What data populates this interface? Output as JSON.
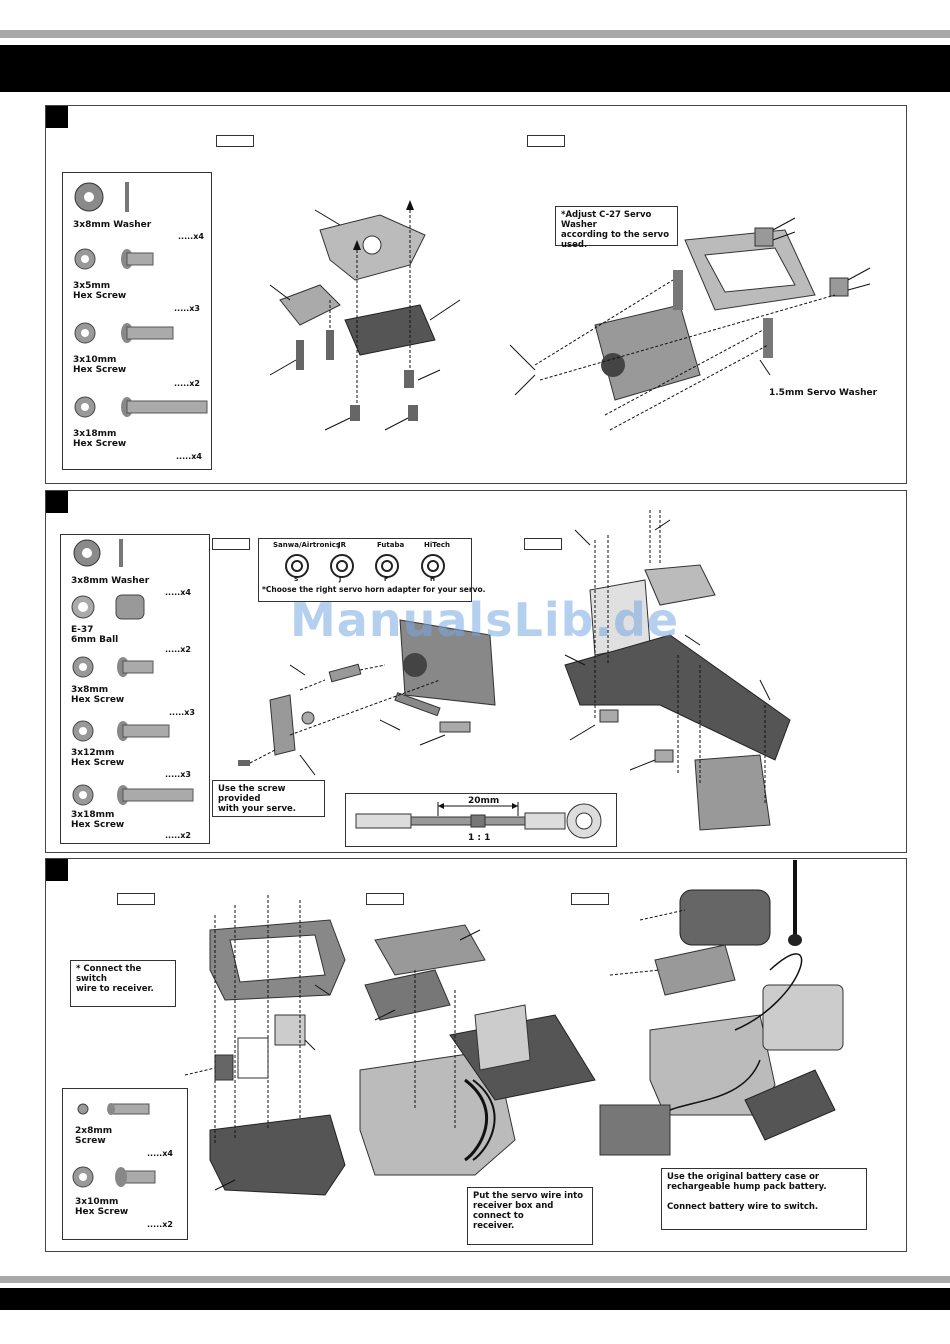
{
  "watermark": "ManualsLib.de",
  "step1": {
    "parts": [
      {
        "name": "3x8mm Washer",
        "qty": ".....x4"
      },
      {
        "name": "3x5mm\nHex Screw",
        "qty": ".....x3"
      },
      {
        "name": "3x10mm\nHex Screw",
        "qty": ".....x2"
      },
      {
        "name": "3x18mm\nHex Screw",
        "qty": ".....x4"
      }
    ],
    "note": "*Adjust C-27 Servo Washer\naccording to the servo used.",
    "washer_label": "1.5mm Servo Washer"
  },
  "step2": {
    "parts": [
      {
        "name": "3x8mm Washer",
        "qty": ".....x4"
      },
      {
        "name": "E-37\n6mm Ball",
        "qty": ".....x2"
      },
      {
        "name": "3x8mm\nHex Screw",
        "qty": ".....x3"
      },
      {
        "name": "3x12mm\nHex Screw",
        "qty": ".....x3"
      },
      {
        "name": "3x18mm\nHex Screw",
        "qty": ".....x2"
      }
    ],
    "horn_brands": [
      "Sanwa/Airtronics",
      "JR",
      "Futaba",
      "HiTech"
    ],
    "horn_codes": [
      "S",
      "J",
      "F",
      "H"
    ],
    "horn_note": "*Choose the right servo horn adapter for your servo.",
    "screw_note": "Use the screw provided\nwith your serve.",
    "dim_label": "20mm",
    "ratio_label": "1 : 1"
  },
  "step3": {
    "parts": [
      {
        "name": "2x8mm\nScrew",
        "qty": ".....x4"
      },
      {
        "name": "3x10mm\nHex Screw",
        "qty": ".....x2"
      }
    ],
    "switch_note": "* Connect the switch\n  wire to receiver.",
    "servo_note": "Put the servo wire into\nreceiver box and connect to\nreceiver.",
    "battery_note": "Use the original battery case or\nrechargeable hump pack battery.\n\nConnect battery wire to switch."
  }
}
